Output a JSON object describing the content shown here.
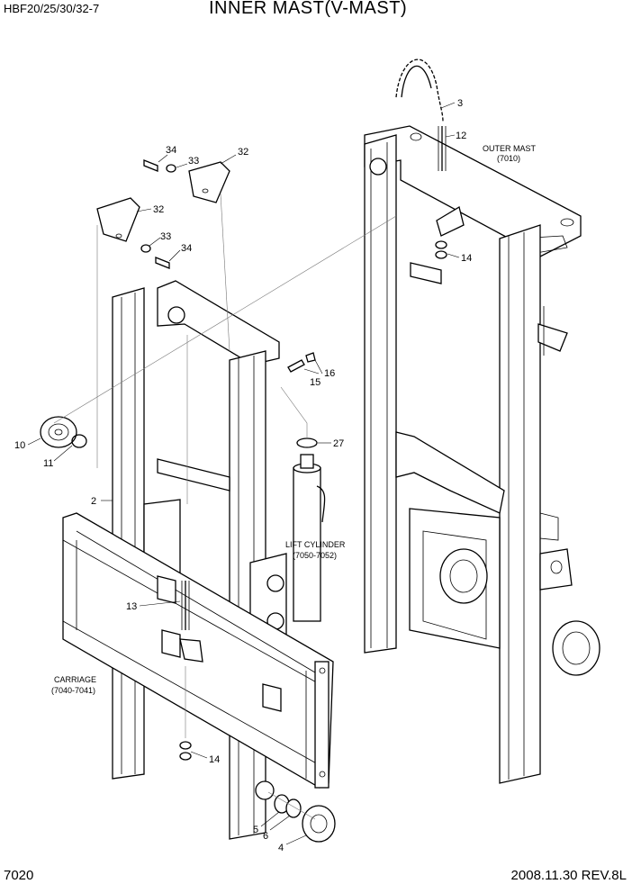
{
  "header": {
    "model": "HBF20/25/30/32-7",
    "title": "INNER MAST(V-MAST)"
  },
  "footer": {
    "page": "7020",
    "date_rev": "2008.11.30  REV.8L"
  },
  "callouts": {
    "n2": "2",
    "n3": "3",
    "n4": "4",
    "n5": "5",
    "n6": "6",
    "n10": "10",
    "n11": "11",
    "n12": "12",
    "n13": "13",
    "n14a": "14",
    "n14b": "14",
    "n15": "15",
    "n16": "16",
    "n27": "27",
    "n32a": "32",
    "n32b": "32",
    "n33a": "33",
    "n33b": "33",
    "n34a": "34",
    "n34b": "34"
  },
  "captions": {
    "outer_mast_1": "OUTER MAST",
    "outer_mast_2": "(7010)",
    "lift_cyl_1": "LIFT CYLINDER",
    "lift_cyl_2": "(7050-7052)",
    "carriage_1": "CARRIAGE",
    "carriage_2": "(7040-7041)"
  }
}
